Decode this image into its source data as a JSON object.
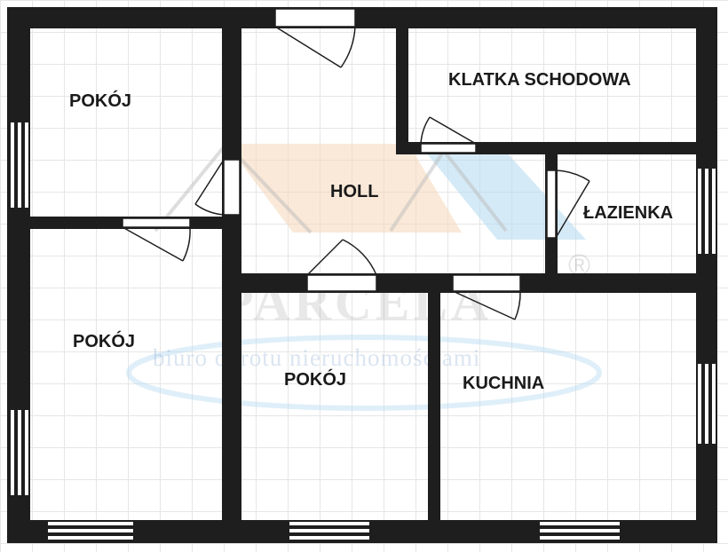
{
  "rooms": {
    "pokoj_top_left": "POKÓJ",
    "holl": "HOLL",
    "klatka": "KLATKA SCHODOWA",
    "lazienka": "ŁAZIENKA",
    "pokoj_bottom_left": "POKÓJ",
    "pokoj_middle": "POKÓJ",
    "kuchnia": "KUCHNIA"
  },
  "watermark": {
    "brand": "PARCELA",
    "subtitle": "biuro obrotu nieruchomościami",
    "registered": "®"
  },
  "colors": {
    "wall": "#1e1e1e",
    "background": "#ffffff",
    "grid": "#e6e6e6",
    "watermark_roof_left": "#f6d7b8",
    "watermark_roof_right": "#b9dcf2"
  }
}
